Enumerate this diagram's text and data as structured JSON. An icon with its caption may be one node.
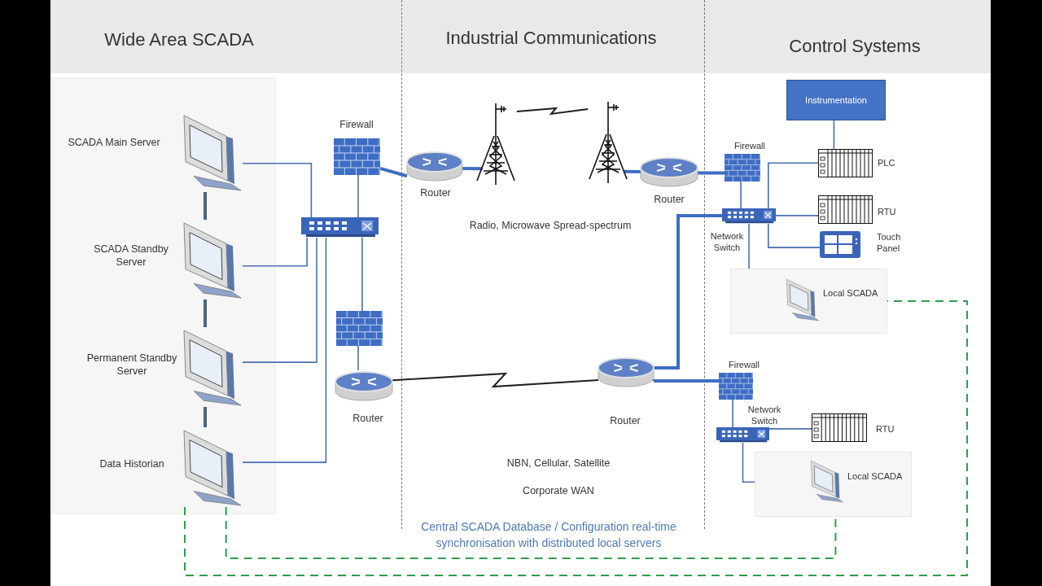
{
  "diagram": {
    "nodes": [
      {
        "text": [
          "SCADA Main Server"
        ]
      },
      {
        "text": [
          "SCADA Standby Server"
        ]
      },
      {
        "text": [
          "Permanent Standby Server"
        ]
      },
      {
        "text": [
          "Data Historian"
        ]
      },
      {
        "text": [
          "Firewall"
        ]
      },
      {
        "text": [],
        "shape": "picture"
      },
      {
        "text": [],
        "shape": "picture"
      },
      {
        "text": [
          "Router"
        ]
      },
      {
        "text": [
          "Router"
        ]
      },
      {
        "text": [],
        "shape": "picture"
      },
      {
        "text": [],
        "shape": "picture"
      },
      {
        "text": [
          "Router"
        ]
      },
      {
        "text": [
          "Router"
        ]
      },
      {
        "text": [
          "Firewall"
        ]
      },
      {
        "text": [
          "Network Switch"
        ]
      },
      {
        "text": [
          "Instrumentation"
        ]
      },
      {
        "text": [
          "PLC"
        ]
      },
      {
        "text": [
          "RTU"
        ]
      },
      {
        "text": [
          "Touch Panel"
        ]
      },
      {
        "text": [
          "Local SCADA"
        ]
      },
      {
        "text": [
          "Firewall"
        ]
      },
      {
        "text": [
          "Network Switch"
        ]
      },
      {
        "text": [
          "RTU"
        ]
      },
      {
        "text": [
          "Local SCADA"
        ]
      }
    ],
    "edges": [
      {
        "from": 0,
        "to": 1,
        "arrow": "none",
        "style": "thick",
        "color": "#4f6483"
      },
      {
        "from": 1,
        "to": 2,
        "arrow": "none",
        "style": "thick",
        "color": "#4f6483"
      },
      {
        "from": 2,
        "to": 3,
        "arrow": "none",
        "style": "thick",
        "color": "#4f6483"
      },
      {
        "from": 0,
        "to": 5,
        "arrow": "none"
      },
      {
        "from": 1,
        "to": 5,
        "arrow": "none"
      },
      {
        "from": 2,
        "to": 5,
        "arrow": "none"
      },
      {
        "from": 3,
        "to": 5,
        "arrow": "none"
      },
      {
        "from": 4,
        "to": 5,
        "arrow": "none"
      },
      {
        "from": 5,
        "to": 6,
        "arrow": "none"
      },
      {
        "from": 6,
        "to": 7,
        "arrow": "none"
      },
      {
        "from": 4,
        "to": 8,
        "arrow": "none",
        "style": "thick"
      },
      {
        "from": 8,
        "to": 9,
        "arrow": "none",
        "style": "thick"
      },
      {
        "from": 9,
        "to": 10,
        "arrow": "none",
        "color": "#1f1f1f"
      },
      {
        "from": 10,
        "to": 11,
        "arrow": "none",
        "style": "thick"
      },
      {
        "from": 11,
        "to": 13,
        "arrow": "none",
        "style": "thick"
      },
      {
        "from": 13,
        "to": 14,
        "arrow": "none"
      },
      {
        "from": 12,
        "to": 14,
        "arrow": "none",
        "style": "thick"
      },
      {
        "from": 7,
        "to": 12,
        "arrow": "none",
        "color": "#1f1f1f"
      },
      {
        "from": 12,
        "to": 20,
        "arrow": "none",
        "style": "thick"
      },
      {
        "from": 14,
        "to": 16,
        "arrow": "none"
      },
      {
        "from": 14,
        "to": 17,
        "arrow": "none"
      },
      {
        "from": 14,
        "to": 18,
        "arrow": "none"
      },
      {
        "from": 14,
        "to": 19,
        "arrow": "none"
      },
      {
        "from": 15,
        "to": 16,
        "arrow": "none"
      },
      {
        "from": 20,
        "to": 21,
        "arrow": "none"
      },
      {
        "from": 21,
        "to": 22,
        "arrow": "none"
      },
      {
        "from": 21,
        "to": 23,
        "arrow": "none"
      },
      {
        "from": 3,
        "to": 23,
        "arrow": "none",
        "style": "dashed",
        "color": "#2e9d4e"
      },
      {
        "from": 3,
        "to": 19,
        "arrow": "none",
        "style": "dashed",
        "color": "#2e9d4e"
      }
    ],
    "labels": [
      "Wide Area SCADA",
      "Industrial Communications",
      "Control Systems",
      "Radio, Microwave Spread-spectrum",
      "NBN, Cellular, Satellite",
      "Corporate WAN",
      "Central SCADA Database / Configuration real-time synchronisation with distributed local servers"
    ]
  }
}
